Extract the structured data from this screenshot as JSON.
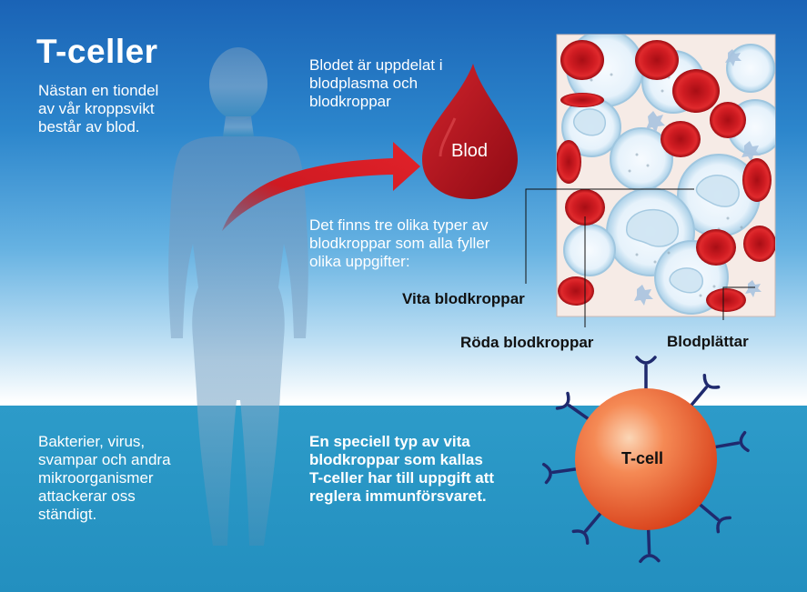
{
  "title": "T-celler",
  "intro": [
    "Nästan en tiondel",
    "av vår kroppsvikt",
    "består av blod."
  ],
  "blood_split": [
    "Blodet är uppdelat i",
    "blodplasma och",
    "blodkroppar"
  ],
  "drop_label": "Blod",
  "types_text": [
    "Det finns tre olika typer av",
    "blodkroppar som alla fyller",
    "olika uppgifter:"
  ],
  "labels": {
    "white": "Vita blodkroppar",
    "red": "Röda blodkroppar",
    "platelets": "Blodplättar"
  },
  "microbes": [
    "Bakterier, virus,",
    "svampar och andra",
    "mikroorganismer",
    "attackerar oss",
    "ständigt."
  ],
  "tcell_text": [
    "En speciell typ av vita",
    "blodkroppar som kallas",
    "T-celler har till uppgift att",
    "reglera immunförsvaret."
  ],
  "tcell_label": "T-cell",
  "colors": {
    "drop_red": "#b3121f",
    "arrow_red": "#d71920",
    "tcell_orange": "#e8501f",
    "receptor_blue": "#1f2a6e",
    "red_cell": "#c8141c"
  }
}
